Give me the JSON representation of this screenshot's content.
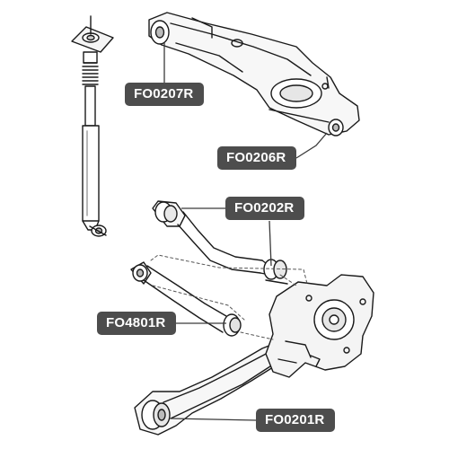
{
  "callouts": {
    "fo0207r": "FO0207R",
    "fo0206r": "FO0206R",
    "fo0202r": "FO0202R",
    "fo4801r": "FO4801R",
    "fo0201r": "FO0201R"
  },
  "colors": {
    "callout_fill": "#4d4d4d",
    "callout_text": "#ffffff",
    "line_art": "#1a1a1a",
    "leader_line": "#3a3a3a",
    "background": "#ffffff"
  }
}
